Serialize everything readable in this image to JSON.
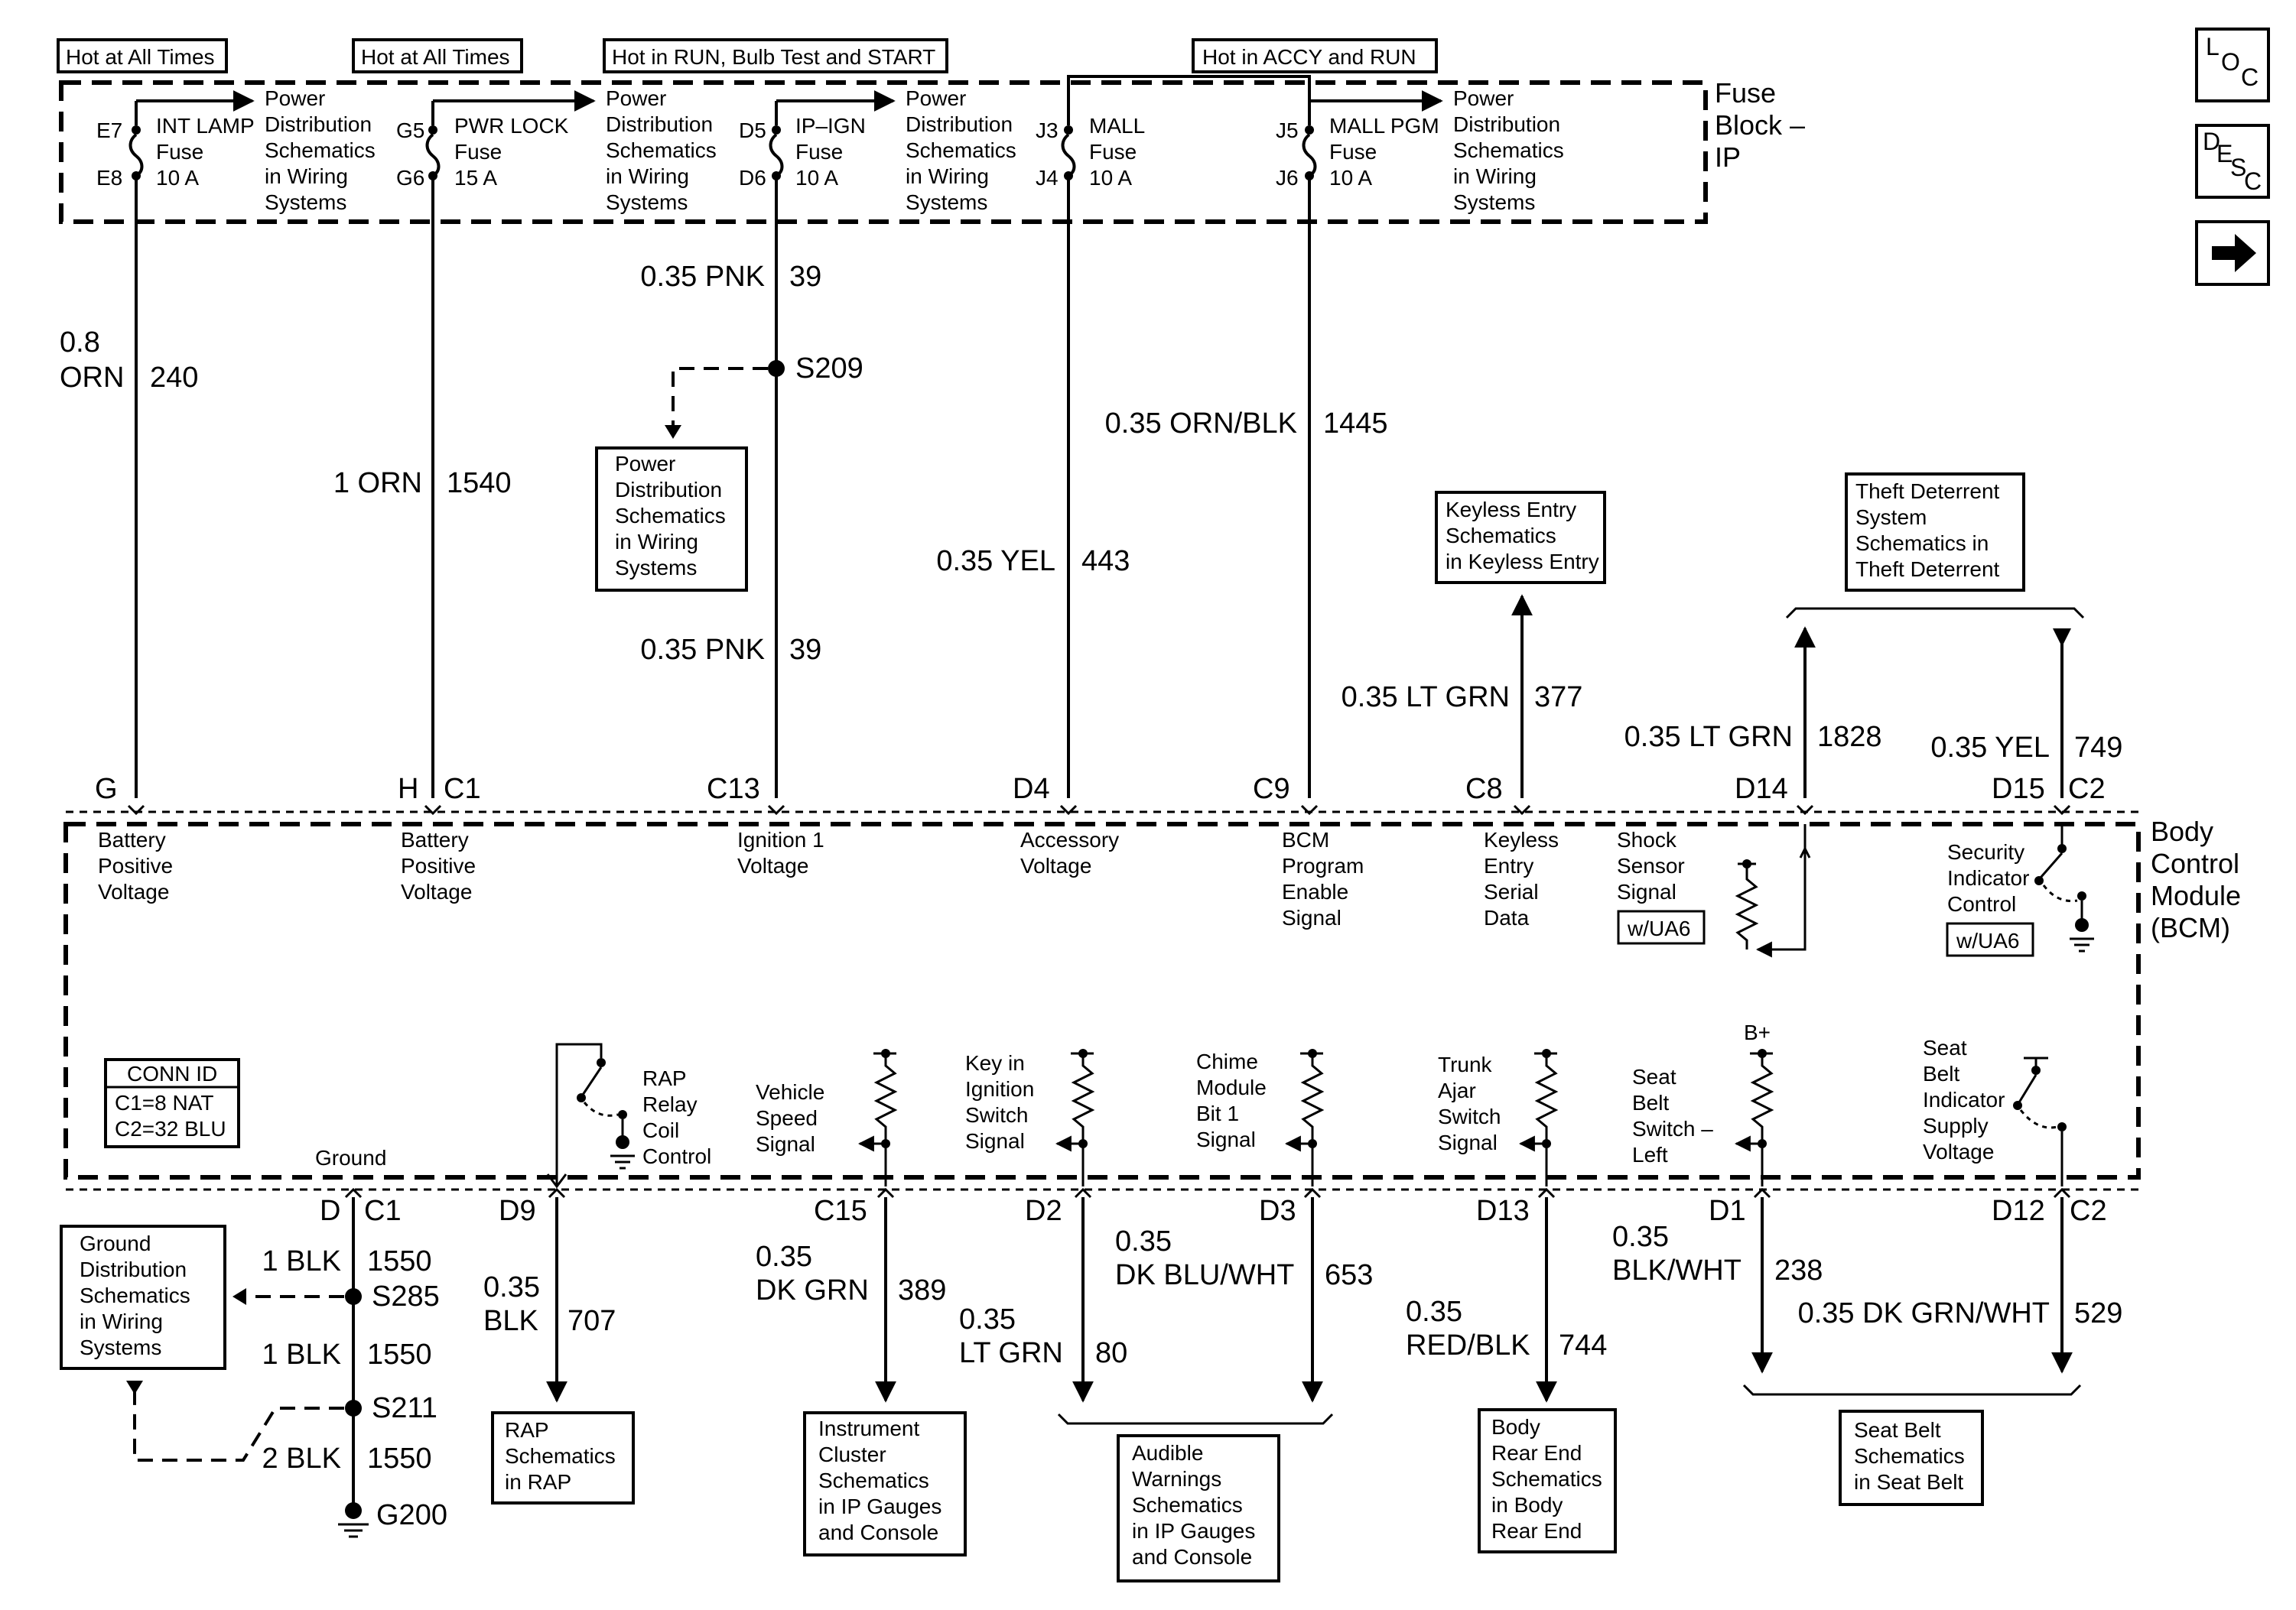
{
  "header_boxes": [
    "Hot at All Times",
    "Hot at All Times",
    "Hot in RUN, Bulb Test and START",
    "Hot in ACCY and RUN"
  ],
  "fuse_block": {
    "title_lines": [
      "Fuse",
      "Block –",
      "IP"
    ],
    "fuses": [
      {
        "top_pin": "E7",
        "bottom_pin": "E8",
        "name": "INT LAMP",
        "word": "Fuse",
        "rating": "10 A"
      },
      {
        "top_pin": "G5",
        "bottom_pin": "G6",
        "name": "PWR LOCK",
        "word": "Fuse",
        "rating": "15 A"
      },
      {
        "top_pin": "D5",
        "bottom_pin": "D6",
        "name": "IP–IGN",
        "word": "Fuse",
        "rating": "10 A"
      },
      {
        "top_pin": "J3",
        "bottom_pin": "J4",
        "name": "MALL",
        "word": "Fuse",
        "rating": "10 A"
      },
      {
        "top_pin": "J5",
        "bottom_pin": "J6",
        "name": "MALL PGM",
        "word": "Fuse",
        "rating": "10 A"
      }
    ],
    "power_dist_lines": [
      "Power",
      "Distribution",
      "Schematics",
      "in Wiring",
      "Systems"
    ]
  },
  "wires_top": [
    {
      "size": "0.8",
      "color": "ORN",
      "circuit": "240"
    },
    {
      "size_color": "1 ORN",
      "circuit": "1540"
    },
    {
      "size_color": "0.35 PNK",
      "circuit": "39"
    },
    {
      "splice": "S209"
    },
    {
      "size_color": "0.35 PNK",
      "circuit": "39"
    },
    {
      "size_color": "0.35 YEL",
      "circuit": "443"
    },
    {
      "size_color": "0.35 ORN/BLK",
      "circuit": "1445"
    },
    {
      "size_color": "0.35 LT GRN",
      "circuit": "377"
    },
    {
      "size_color": "0.35 LT GRN",
      "circuit": "1828"
    },
    {
      "size_color": "0.35 YEL",
      "circuit": "749"
    }
  ],
  "ref_boxes_top": {
    "power_dist_s209": [
      "Power",
      "Distribution",
      "Schematics",
      "in Wiring",
      "Systems"
    ],
    "keyless": [
      "Keyless Entry",
      "Schematics",
      "in Keyless Entry"
    ],
    "theft": [
      "Theft Deterrent",
      "System",
      "Schematics in",
      "Theft Deterrent"
    ]
  },
  "bcm": {
    "title_lines": [
      "Body",
      "Control",
      "Module",
      "(BCM)"
    ],
    "top_pins": [
      "G",
      "H",
      "C1",
      "C13",
      "D4",
      "C9",
      "C8",
      "D14",
      "D15",
      "C2"
    ],
    "top_labels": {
      "g": [
        "Battery",
        "Positive",
        "Voltage"
      ],
      "h": [
        "Battery",
        "Positive",
        "Voltage"
      ],
      "c13": [
        "Ignition 1",
        "Voltage"
      ],
      "d4": [
        "Accessory",
        "Voltage"
      ],
      "c9": [
        "BCM",
        "Program",
        "Enable",
        "Signal"
      ],
      "c8": [
        "Keyless",
        "Entry",
        "Serial",
        "Data"
      ],
      "d14": [
        "Shock",
        "Sensor",
        "Signal"
      ],
      "d15": [
        "Security",
        "Indicator",
        "Control"
      ]
    },
    "option_tag": "w/UA6",
    "conn_id": {
      "title": "CONN ID",
      "lines": [
        "C1=8 NAT",
        "C2=32 BLU"
      ]
    },
    "bottom_labels": {
      "ground": "Ground",
      "rap": [
        "RAP",
        "Relay",
        "Coil",
        "Control"
      ],
      "vss": [
        "Vehicle",
        "Speed",
        "Signal"
      ],
      "key": [
        "Key in",
        "Ignition",
        "Switch",
        "Signal"
      ],
      "chime": [
        "Chime",
        "Module",
        "Bit 1",
        "Signal"
      ],
      "trunk": [
        "Trunk",
        "Ajar",
        "Switch",
        "Signal"
      ],
      "seatbelt_sw": [
        "Seat",
        "Belt",
        "Switch –",
        "Left"
      ],
      "bplus": "B+",
      "seatbelt_ind": [
        "Seat",
        "Belt",
        "Indicator",
        "Supply",
        "Voltage"
      ]
    },
    "bottom_pins": [
      "D",
      "C1",
      "D9",
      "C15",
      "D2",
      "D3",
      "D13",
      "D1",
      "D12",
      "C2"
    ]
  },
  "wires_bottom": [
    {
      "size_color": "1 BLK",
      "circuit": "1550"
    },
    {
      "splice": "S285"
    },
    {
      "size_color": "1 BLK",
      "circuit": "1550"
    },
    {
      "splice": "S211"
    },
    {
      "size_color": "2 BLK",
      "circuit": "1550"
    },
    {
      "ground": "G200"
    },
    {
      "size": "0.35",
      "color": "BLK",
      "circuit": "707"
    },
    {
      "size": "0.35",
      "color": "DK GRN",
      "circuit": "389"
    },
    {
      "size": "0.35",
      "color": "LT GRN",
      "circuit": "80"
    },
    {
      "size": "0.35",
      "color": "DK BLU/WHT",
      "circuit": "653"
    },
    {
      "size": "0.35",
      "color": "RED/BLK",
      "circuit": "744"
    },
    {
      "size": "0.35",
      "color": "BLK/WHT",
      "circuit": "238"
    },
    {
      "size_color": "0.35 DK GRN/WHT",
      "circuit": "529"
    }
  ],
  "ref_boxes_bottom": {
    "ground_dist": [
      "Ground",
      "Distribution",
      "Schematics",
      "in Wiring",
      "Systems"
    ],
    "rap": [
      "RAP",
      "Schematics",
      "in RAP"
    ],
    "cluster": [
      "Instrument",
      "Cluster",
      "Schematics",
      "in IP Gauges",
      "and Console"
    ],
    "audible": [
      "Audible",
      "Warnings",
      "Schematics",
      "in IP Gauges",
      "and Console"
    ],
    "body_rear": [
      "Body",
      "Rear End",
      "Schematics",
      "in Body",
      "Rear End"
    ],
    "seat_belt": [
      "Seat Belt",
      "Schematics",
      "in Seat Belt"
    ]
  },
  "nav": {
    "loc": [
      "L",
      "O",
      "C"
    ],
    "desc": [
      "D",
      "E",
      "S",
      "C"
    ],
    "next_icon": "right-arrow-icon"
  }
}
